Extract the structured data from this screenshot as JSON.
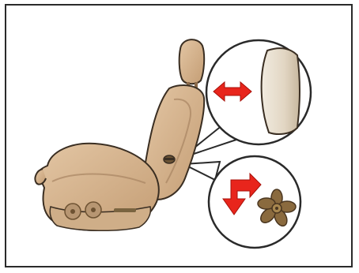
{
  "illustration": {
    "subject": "seat-lumbar-support-adjustment",
    "colors": {
      "seat_fill": "#d8b896",
      "seat_shadow": "#b8926c",
      "seat_outline": "#3a2e22",
      "cushion_fill": "#e6dccb",
      "arrow_red": "#e8251c",
      "knob_brown": "#7a6440",
      "callout_fill": "#ffffff",
      "frame_border": "#2a2a2a"
    },
    "icons": {
      "horizontal_arrow": "double-headed-arrow",
      "rotate_arrow": "bent-arrow",
      "knob": "flower-knob"
    }
  }
}
